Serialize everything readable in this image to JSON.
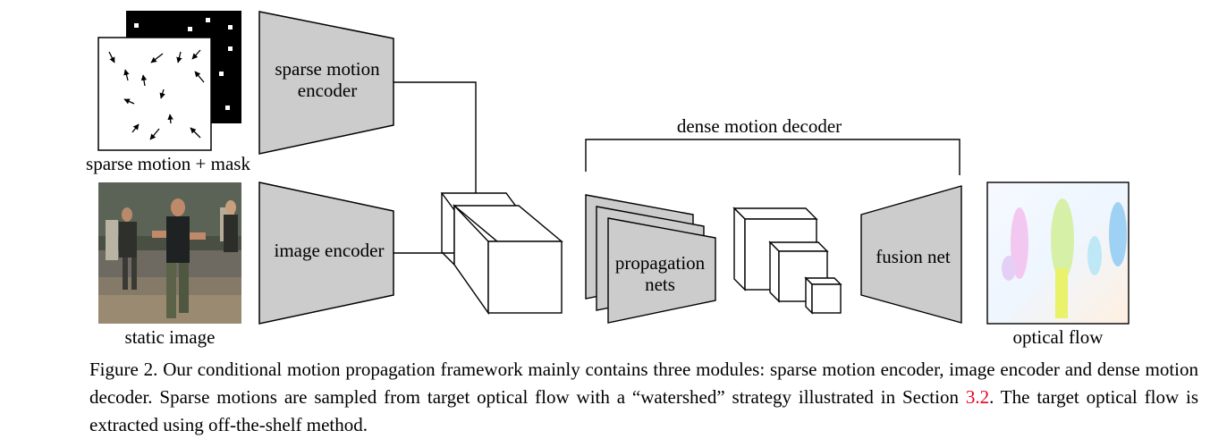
{
  "labels": {
    "sparse_encoder_line1": "sparse motion",
    "sparse_encoder_line2": "encoder",
    "image_encoder": "image encoder",
    "dense_decoder": "dense motion decoder",
    "propagation_line1": "propagation",
    "propagation_line2": "nets",
    "fusion_net": "fusion net",
    "sparse_input": "sparse motion + mask",
    "static_image": "static image",
    "optical_flow": "optical flow"
  },
  "caption": {
    "part1": "Figure 2. Our conditional motion propagation framework mainly contains three modules: sparse motion encoder, image encoder and dense motion decoder. Sparse motions are sampled from target optical flow with a “watershed” strategy illustrated in Section ",
    "ref": "3.2",
    "part2": ". The target optical flow is extracted using off-the-shelf method."
  },
  "colors": {
    "module_fill": "#cccccc",
    "caption_ref": "#e8001c"
  }
}
